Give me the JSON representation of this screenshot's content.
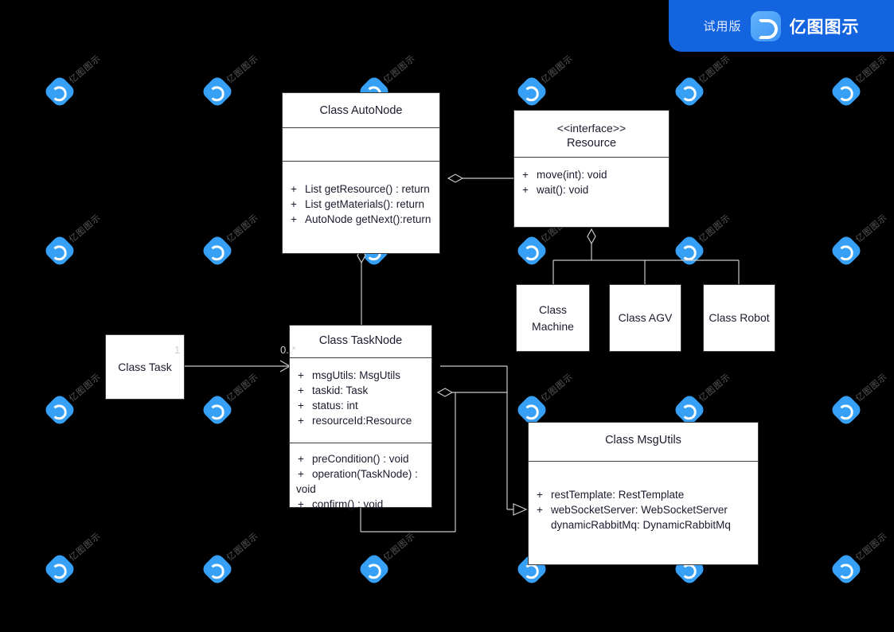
{
  "app": {
    "trial_badge": {
      "trial_label": "试用版",
      "brand": "亿图图示",
      "logo_icon": "edraw-logo-icon",
      "accent_color": "#1464e0"
    },
    "watermark": {
      "text": "亿图图示",
      "logo_icon": "edraw-watermark-icon",
      "color": "#35a0f5"
    },
    "canvas": {
      "background_color": "#000000",
      "box_fill": "#ffffff",
      "box_stroke": "#3a3a3a"
    }
  },
  "diagram": {
    "type": "uml-class-diagram",
    "classes": [
      {
        "id": "autonode",
        "name": "Class AutoNode",
        "stereotype": "",
        "attributes": [],
        "operations": [
          {
            "vis": "+",
            "text": "List getResource() : return"
          },
          {
            "vis": "+",
            "text": "List getMaterials(): return"
          },
          {
            "vis": "+",
            "text": "AutoNode getNext():return"
          }
        ]
      },
      {
        "id": "resource",
        "name": "Resource",
        "stereotype": "<<interface>>",
        "attributes": [],
        "operations": [
          {
            "vis": "+",
            "text": "move(int): void"
          },
          {
            "vis": "+",
            "text": "wait(): void"
          }
        ]
      },
      {
        "id": "machine",
        "name": "Class\nMachine",
        "stereotype": "",
        "attributes": [],
        "operations": []
      },
      {
        "id": "agv",
        "name": "Class AGV",
        "stereotype": "",
        "attributes": [],
        "operations": []
      },
      {
        "id": "robot",
        "name": "Class Robot",
        "stereotype": "",
        "attributes": [],
        "operations": []
      },
      {
        "id": "task",
        "name": "Class Task",
        "stereotype": "",
        "attributes": [],
        "operations": []
      },
      {
        "id": "tasknode",
        "name": "Class TaskNode",
        "stereotype": "",
        "attributes": [
          {
            "vis": "+",
            "text": "msgUtils: MsgUtils"
          },
          {
            "vis": "+",
            "text": "taskid: Task"
          },
          {
            "vis": "+",
            "text": "status: int"
          },
          {
            "vis": "+",
            "text": "resourceId:Resource"
          }
        ],
        "operations": [
          {
            "vis": "+",
            "text": "preCondition() : void"
          },
          {
            "vis": "+",
            "text": "operation(TaskNode) :"
          },
          {
            "vis": "",
            "text": "void"
          },
          {
            "vis": "+",
            "text": "confirm() : void"
          }
        ]
      },
      {
        "id": "msgutils",
        "name": "Class MsgUtils",
        "stereotype": "",
        "attributes": [
          {
            "vis": "+",
            "text": "restTemplate: RestTemplate"
          },
          {
            "vis": "+",
            "text": "webSocketServer: WebSocketServer"
          },
          {
            "vis": "",
            "text": "dynamicRabbitMq: DynamicRabbitMq"
          }
        ],
        "operations": []
      }
    ],
    "relationships": [
      {
        "from": "autonode",
        "to": "resource",
        "kind": "aggregation",
        "marker": "hollow-diamond"
      },
      {
        "from": "autonode",
        "to": "tasknode",
        "kind": "aggregation",
        "marker": "hollow-diamond"
      },
      {
        "from": "resource",
        "to": "machine",
        "kind": "aggregation",
        "marker": "hollow-diamond"
      },
      {
        "from": "resource",
        "to": "agv",
        "kind": "aggregation",
        "marker": "hollow-diamond"
      },
      {
        "from": "resource",
        "to": "robot",
        "kind": "aggregation",
        "marker": "hollow-diamond"
      },
      {
        "from": "task",
        "to": "tasknode",
        "kind": "association",
        "marker": "open-arrow"
      },
      {
        "from": "tasknode",
        "to": "msgutils",
        "kind": "aggregation",
        "marker": "hollow-diamond-and-triangle"
      },
      {
        "from": "tasknode",
        "to": "tasknode",
        "kind": "self-loop",
        "marker": "none"
      }
    ],
    "multiplicities": [
      {
        "id": "task-end",
        "label": "1"
      },
      {
        "id": "tasknode-end",
        "label": "0..*"
      }
    ]
  }
}
